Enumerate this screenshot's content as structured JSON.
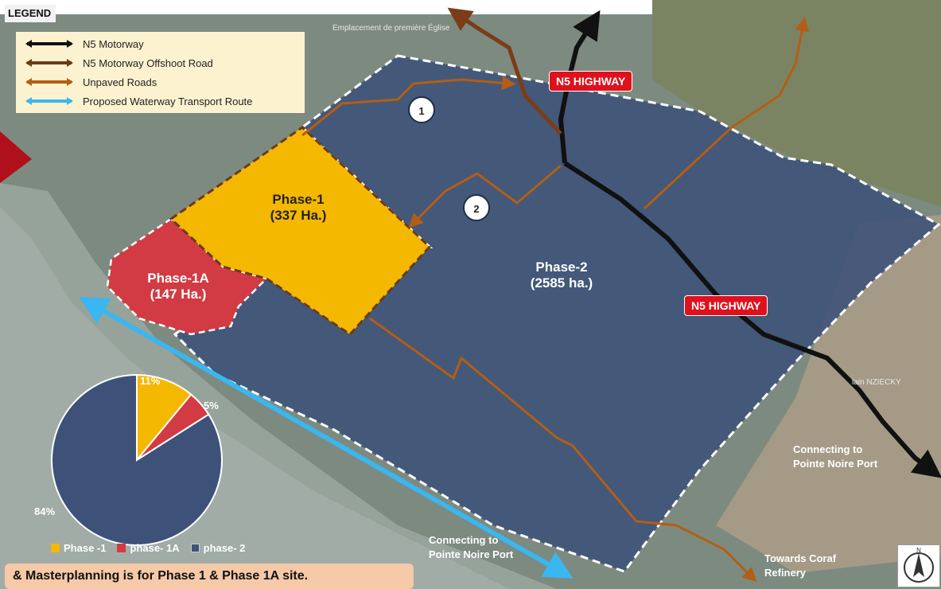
{
  "legend": {
    "title": "LEGEND",
    "items": [
      {
        "label": "N5 Motorway",
        "color": "#111111"
      },
      {
        "label": "N5 Motorway Offshoot Road",
        "color": "#6b3a1a"
      },
      {
        "label": "Unpaved Roads",
        "color": "#b35e14"
      },
      {
        "label": "Proposed Waterway Transport Route",
        "color": "#3ab6f0"
      }
    ]
  },
  "map": {
    "phase1": {
      "name": "Phase-1",
      "area": "(337 Ha.)",
      "color": "#f5b800"
    },
    "phase1a": {
      "name": "Phase-1A",
      "area": "(147 Ha.)",
      "color": "#d23b43"
    },
    "phase2": {
      "name": "Phase-2",
      "area": "(2585 ha.)",
      "color": "#3e5279"
    },
    "highway_labels": [
      "N5 HIGHWAY",
      "N5 HIGHWAY"
    ],
    "road_markers": [
      "1",
      "2"
    ],
    "connecting_port_right": [
      "Connecting to",
      "Pointe Noire Port"
    ],
    "connecting_port_bottom": [
      "Connecting",
      "to",
      "Pointe Noire Port"
    ],
    "towards_coraf": [
      "Towards Coraf",
      "Refinery"
    ],
    "village_labels": [
      "Emplacement de première Église",
      "lain NZIECKY"
    ],
    "compass_icon": "north-arrow-icon"
  },
  "chart_data": {
    "type": "pie",
    "categories": [
      "Phase -1",
      "phase- 1A",
      "phase- 2"
    ],
    "values": [
      11,
      5,
      84
    ],
    "labels": [
      "11%",
      "5%",
      "84%"
    ],
    "colors": [
      "#f5b800",
      "#d23b43",
      "#3e5279"
    ]
  },
  "footer": {
    "note": "& Masterplanning is for Phase 1 & Phase 1A site."
  }
}
